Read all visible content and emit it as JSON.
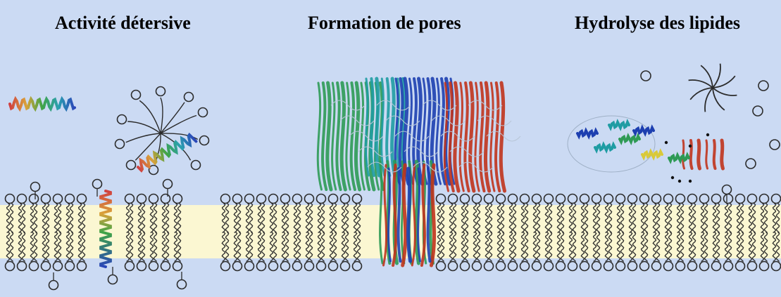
{
  "panels": [
    {
      "title": "Activité détersive"
    },
    {
      "title": "Formation de pores"
    },
    {
      "title": "Hydrolyse des lipides"
    }
  ],
  "colors": {
    "background": "#cbdaf3",
    "membrane_core": "#fbf7d2",
    "lipid": "#2b2b2b",
    "ribbon_green": "#2e9a55",
    "ribbon_teal": "#1f9ca3",
    "ribbon_blue": "#1d3fb0",
    "ribbon_red": "#c0331c",
    "ribbon_yellow": "#d9c93a"
  }
}
